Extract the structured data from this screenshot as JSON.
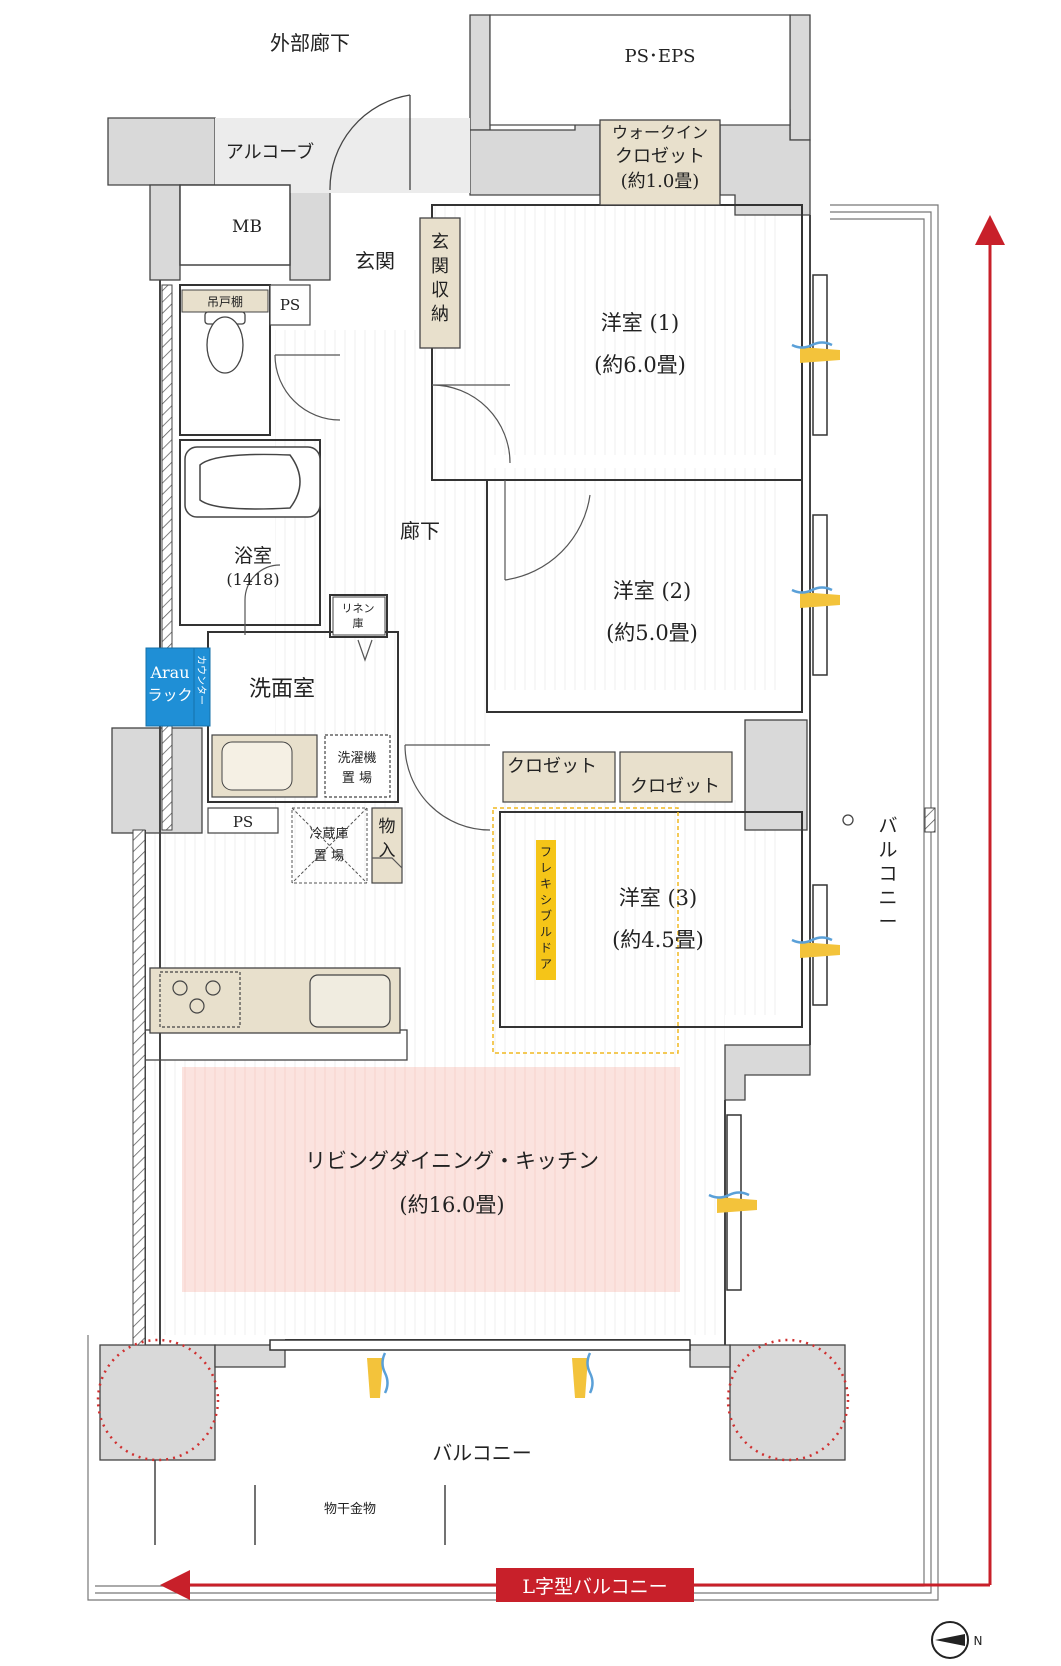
{
  "labels": {
    "outer_corridor": "外部廊下",
    "ps_eps": "PS･EPS",
    "alcove": "アルコーブ",
    "mb": "MB",
    "walkin_l1": "ウォークイン",
    "walkin_l2": "クロゼット",
    "walkin_l3": "(約1.0畳)",
    "genkan": "玄関",
    "genkan_storage": [
      "玄",
      "関",
      "収",
      "納"
    ],
    "ps_top": "PS",
    "hanging_shelf": "吊戸棚",
    "room1_name": "洋室 (1)",
    "room1_size": "(約6.0畳)",
    "bath_name": "浴室",
    "bath_size": "(1418)",
    "hallway": "廊下",
    "linen_l1": "リネン",
    "linen_l2": "庫",
    "room2_name": "洋室 (2)",
    "room2_size": "(約5.0畳)",
    "arau_l1": "Arau",
    "arau_l2": "ラック",
    "counter": "カウンター",
    "washroom": "洗面室",
    "washer_l1": "洗濯機",
    "washer_l2": "置 場",
    "closet_a": "クロゼット",
    "closet_b": "クロゼット",
    "ps_mid": "PS",
    "fridge_l1": "冷蔵庫",
    "fridge_l2": "置 場",
    "storage": [
      "物",
      "入"
    ],
    "flexible_door": [
      "フ",
      "レ",
      "キ",
      "シ",
      "ブ",
      "ル",
      "ド",
      "ア"
    ],
    "room3_name": "洋室 (3)",
    "room3_size": "(約4.5畳)",
    "balcony_side": [
      "バ",
      "ル",
      "コ",
      "ニ",
      "ー"
    ],
    "ldk_name": "リビングダイニング・キッチン",
    "ldk_size": "(約16.0畳)",
    "balcony_bottom": "バルコニー",
    "laundry_pole": "物干金物",
    "l_balcony": "L字型バルコニー",
    "north": "N"
  },
  "colors": {
    "wall": "#d9d9d9",
    "wall_stroke": "#444444",
    "storage_fill": "#e8e0cc",
    "floor_stripe": "#f3f3f3",
    "ldk_fill": "#fbe3df",
    "arau_fill": "#1f8fd6",
    "flex_fill": "#f5c518",
    "arrow_red": "#c8202a",
    "pillar_ring": "#d03030"
  },
  "icons": [
    "window-airflow-icon",
    "stove-icon",
    "sink-icon",
    "bathtub-icon",
    "toilet-icon",
    "north-compass-icon"
  ]
}
